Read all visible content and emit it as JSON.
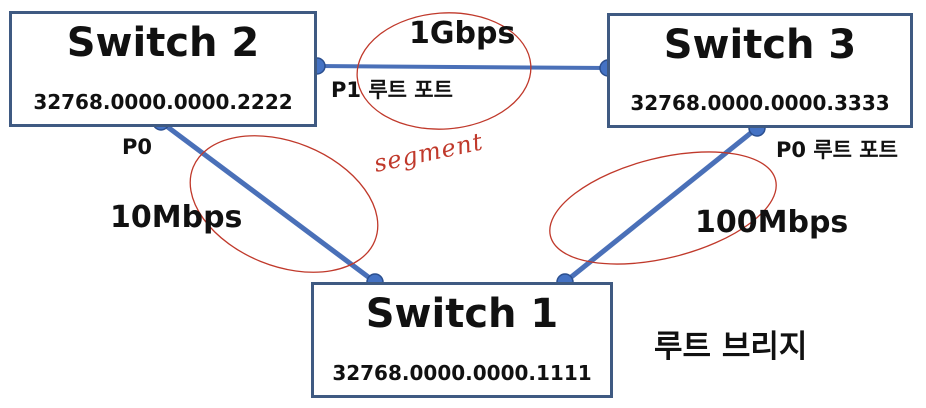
{
  "switches": {
    "sw2": {
      "name": "Switch 2",
      "bridge_id": "32768.0000.0000.2222"
    },
    "sw3": {
      "name": "Switch 3",
      "bridge_id": "32768.0000.0000.3333"
    },
    "sw1": {
      "name": "Switch 1",
      "bridge_id": "32768.0000.0000.1111"
    }
  },
  "links": {
    "sw2_sw3": {
      "speed": "1Gbps"
    },
    "sw2_sw1": {
      "speed": "10Mbps"
    },
    "sw3_sw1": {
      "speed": "100Mbps"
    }
  },
  "ports": {
    "sw2_p0": "P0",
    "sw2_p1": "P1 루트 포트",
    "sw3_p0": "P0 루트 포트"
  },
  "root_bridge_label": "루트 브리지",
  "annotation": {
    "handwritten": "segment"
  },
  "colors": {
    "box_border": "#3f5a82",
    "link": "#4a70b8",
    "port_dot": "#4472c4",
    "annotation": "#c0392b"
  }
}
